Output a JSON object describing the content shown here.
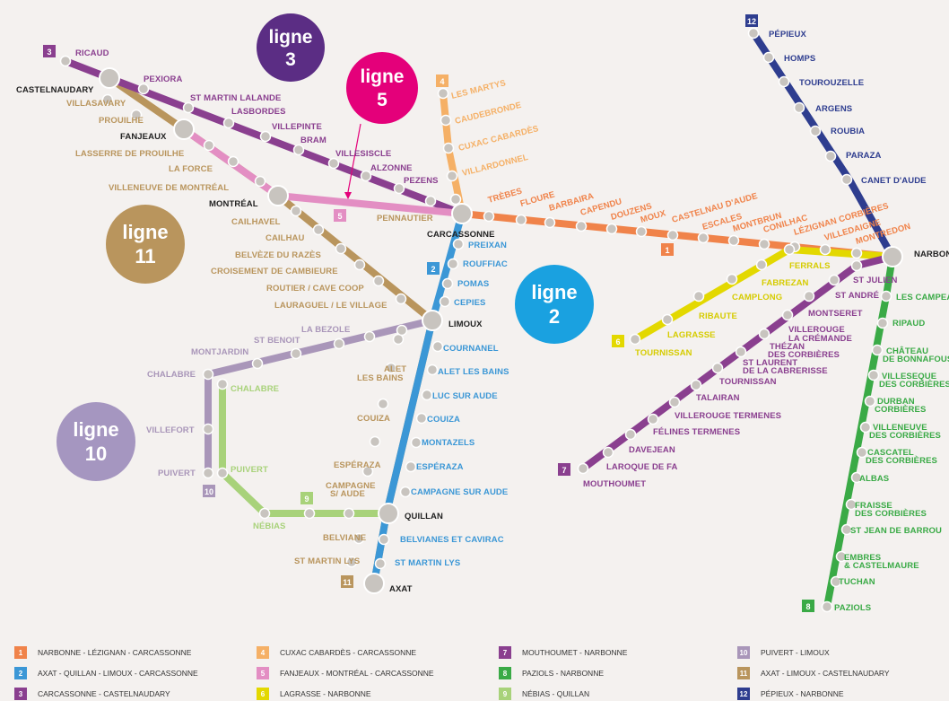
{
  "colors": {
    "l1": "#f0834a",
    "l2": "#3b97d6",
    "l3": "#8a3f8f",
    "l4": "#f5b066",
    "l5": "#e38ec3",
    "l6": "#e3d800",
    "l7": "#8a3f8f",
    "l8": "#3aaa46",
    "l9": "#a8d27a",
    "l10": "#a996b9",
    "l11": "#b9955d",
    "l12": "#2e3d8f",
    "node": "#c8c4bf",
    "big3": "#5b2d84",
    "big5": "#e4007a",
    "big2": "#1aa1e0",
    "big11": "#b9955d",
    "big10": "#a596c0"
  },
  "bubbles": {
    "l3": {
      "line": "ligne",
      "num": "3"
    },
    "l5": {
      "line": "ligne",
      "num": "5"
    },
    "l11": {
      "line": "ligne",
      "num": "11"
    },
    "l2": {
      "line": "ligne",
      "num": "2"
    },
    "l10": {
      "line": "ligne",
      "num": "10"
    }
  },
  "badges": {
    "b3": "3",
    "b4": "4",
    "b5": "5",
    "b2": "2",
    "b1": "1",
    "b6": "6",
    "b7": "7",
    "b8": "8",
    "b9": "9",
    "b10": "10",
    "b11": "11",
    "b12": "12"
  },
  "stops": {
    "ricaud": "RICAUD",
    "castelnaudary": "CASTELNAUDARY",
    "pexiora": "PEXIORA",
    "villasavary": "VILLASAVARY",
    "prouilhe": "PROUILHE",
    "fanjeaux": "FANJEAUX",
    "stmartinlalande": "ST MARTIN LALANDE",
    "lasbordes": "LASBORDES",
    "villepinte": "VILLEPINTE",
    "bram": "BRAM",
    "villesiscle": "VILLESISCLE",
    "alzonne": "ALZONNE",
    "pezens": "PEZENS",
    "lasserre": "LASSERRE DE PROUILHE",
    "laforce": "LA FORCE",
    "villeneuvemontreal": "VILLENEUVE DE MONTRÉAL",
    "montreal": "MONTRÉAL",
    "pennautier": "PENNAUTIER",
    "carcassonne": "CARCASSONNE",
    "cailhavel": "CAILHAVEL",
    "cailhau": "CAILHAU",
    "belveze": "BELVÈZE DU RAZÈS",
    "croisement": "CROISEMENT DE CAMBIEURE",
    "routier": "ROUTIER / CAVE COOP",
    "lauraguel": "LAURAGUEL / LE VILLAGE",
    "limoux": "LIMOUX",
    "labezole": "LA BEZOLE",
    "stbenoit": "ST BENOIT",
    "montjardin": "MONTJARDIN",
    "chalabre": "CHALABRE",
    "chalabre9": "CHALABRE",
    "villefort": "VILLEFORT",
    "puivert": "PUIVERT",
    "puivert9": "PUIVERT",
    "nebias": "NÉBIAS",
    "alet": "ALET",
    "letbains": "LES BAINS",
    "couiza11": "COUIZA",
    "esperaza11": "ESPÉRAZA",
    "campagne11a": "CAMPAGNE",
    "campagne11b": "S/ AUDE",
    "belviane": "BELVIANE",
    "stmartinlys11": "ST MARTIN LYS",
    "quillan": "QUILLAN",
    "axat": "AXAT",
    "preixan": "PREIXAN",
    "rouffiac": "ROUFFIAC",
    "pomas": "POMAS",
    "cepies": "CEPIES",
    "cournanel": "COURNANEL",
    "aletbains": "ALET LES BAINS",
    "lucsuraude": "LUC SUR AUDE",
    "couiza": "COUIZA",
    "montazels": "MONTAZELS",
    "esperaza": "ESPÉRAZA",
    "campagnesuraude": "CAMPAGNE SUR AUDE",
    "belvianes": "BELVIANES ET CAVIRAC",
    "stmartinlys": "ST MARTIN LYS",
    "lesmartys": "LES MARTYS",
    "caudebronde": "CAUDEBRONDE",
    "cuxac": "CUXAC CABARDÈS",
    "villardonnel": "VILLARDONNEL",
    "trebes": "TRÈBES",
    "floure": "FLOURE",
    "barbaira": "BARBAIRA",
    "capendu": "CAPENDU",
    "douzens": "DOUZENS",
    "moux": "MOUX",
    "castelnaudaude": "CASTELNAU D'AUDE",
    "escales": "ESCALES",
    "montbrun": "MONTBRUN",
    "conilhac": "CONILHAC",
    "lezignan": "LÉZIGNAN CORBIÈRES",
    "villedaigne": "VILLEDAIGNE",
    "montredon": "MONTREDON",
    "narbonne": "NARBONNE",
    "pepieux": "PÉPIEUX",
    "homps": "HOMPS",
    "tourouzelle": "TOUROUZELLE",
    "argens": "ARGENS",
    "roubia": "ROUBIA",
    "paraza": "PARAZA",
    "canet": "CANET D'AUDE",
    "ferrals": "FERRALS",
    "fabrezan": "FABREZAN",
    "camplong": "CAMPLONG",
    "ribaute": "RIBAUTE",
    "lagrasse": "LAGRASSE",
    "tournissan6": "TOURNISSAN",
    "stjulien": "ST JULIEN",
    "standre": "ST ANDRÉ",
    "montseret": "MONTSERET",
    "villerouge1": "VILLEROUGE",
    "villerouge2": "LA CRÉMANDE",
    "thezan1": "THÉZAN",
    "thezan2": "DES CORBIÈRES",
    "stlaurent1": "ST LAURENT",
    "stlaurent2": "DE LA CABRERISSE",
    "tournissan7": "TOURNISSAN",
    "talairan": "TALAIRAN",
    "villerougetermenes": "VILLEROUGE TERMENES",
    "felines": "FÉLINES TERMENES",
    "davejean": "DAVEJEAN",
    "laroque": "LAROQUE DE FA",
    "mouthoumet": "MOUTHOUMET",
    "lescampeaux": "LES CAMPEAUX",
    "ripaud": "RIPAUD",
    "chateau1": "CHÂTEAU",
    "chateau2": "DE BONNAFOUS",
    "villeseque1": "VILLESEQUE",
    "villeseque2": "DES CORBIÈRES",
    "durban1": "DURBAN",
    "durban2": "CORBIÈRES",
    "villeneuvec1": "VILLENEUVE",
    "villeneuvec2": "DES CORBIÈRES",
    "cascatel1": "CASCATEL",
    "cascatel2": "DES CORBIÈRES",
    "albas": "ALBAS",
    "fraisse1": "FRAISSE",
    "fraisse2": "DES CORBIÈRES",
    "stjeanbarrou": "ST JEAN DE BARROU",
    "embres1": "EMBRES",
    "embres2": "& CASTELMAURE",
    "tuchan": "TUCHAN",
    "paziols": "PAZIOLS"
  },
  "legend": [
    {
      "num": "1",
      "label": "NARBONNE - LÉZIGNAN - CARCASSONNE",
      "color": "#f0834a"
    },
    {
      "num": "2",
      "label": "AXAT - QUILLAN - LIMOUX - CARCASSONNE",
      "color": "#3b97d6"
    },
    {
      "num": "3",
      "label": "CARCASSONNE - CASTELNAUDARY",
      "color": "#8a3f8f"
    },
    {
      "num": "4",
      "label": "CUXAC CABARDÈS - CARCASSONNE",
      "color": "#f5b066"
    },
    {
      "num": "5",
      "label": "FANJEAUX - MONTRÉAL - CARCASSONNE",
      "color": "#e38ec3"
    },
    {
      "num": "6",
      "label": "LAGRASSE - NARBONNE",
      "color": "#e3d800"
    },
    {
      "num": "7",
      "label": "MOUTHOUMET - NARBONNE",
      "color": "#8a3f8f"
    },
    {
      "num": "8",
      "label": "PAZIOLS - NARBONNE",
      "color": "#3aaa46"
    },
    {
      "num": "9",
      "label": "NÉBIAS - QUILLAN",
      "color": "#a8d27a"
    },
    {
      "num": "10",
      "label": "PUIVERT - LIMOUX",
      "color": "#a996b9"
    },
    {
      "num": "11",
      "label": "AXAT - LIMOUX - CASTELNAUDARY",
      "color": "#b9955d"
    },
    {
      "num": "12",
      "label": "PÉPIEUX - NARBONNE",
      "color": "#2e3d8f"
    }
  ]
}
